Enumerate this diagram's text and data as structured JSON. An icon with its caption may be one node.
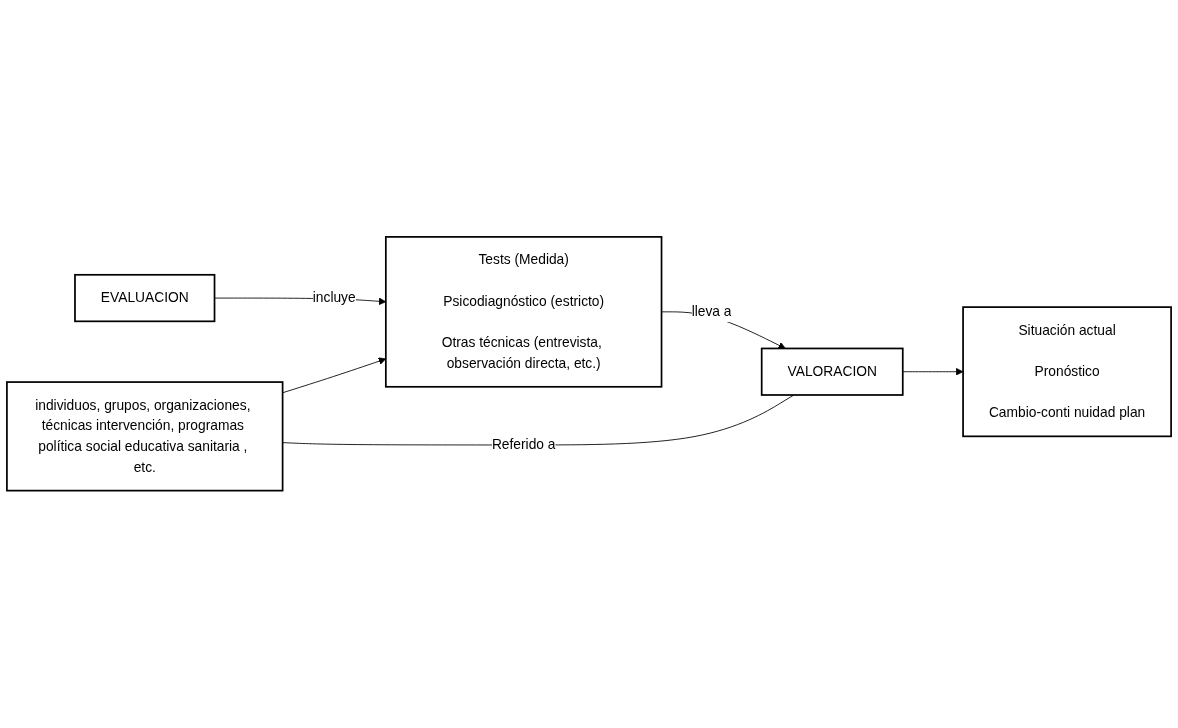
{
  "diagram": {
    "nodes": [
      {
        "text": [
          "EVALUACION"
        ]
      },
      {
        "text": [
          "Tests (Medida)",
          "Psicodiagnóstico (estricto)",
          "Otras técnicas (entrevista, observación directa, etc.)"
        ]
      },
      {
        "text": [
          "VALORACION"
        ]
      },
      {
        "text": [
          "Situación actual",
          "Pronóstico",
          "Cambio-conti nuidad plan"
        ]
      },
      {
        "text": [
          "individuos, grupos, organizaciones, técnicas intervención, programas política social educativa sanitaria , etc."
        ]
      }
    ],
    "edges": [
      {
        "from": 0,
        "to": 1,
        "label": "incluye",
        "arrow": "to"
      },
      {
        "from": 1,
        "to": 2,
        "label": "lleva a",
        "arrow": "to"
      },
      {
        "from": 2,
        "to": 3,
        "arrow": "to"
      },
      {
        "from": 4,
        "to": 2,
        "label": "Referido a",
        "arrow": "none"
      },
      {
        "from": 4,
        "to": 1,
        "arrow": "to"
      }
    ]
  }
}
